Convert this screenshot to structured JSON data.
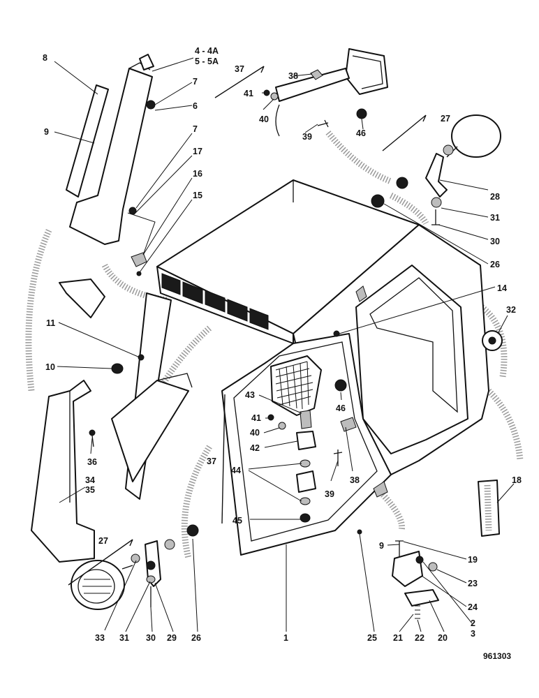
{
  "drawing_number": "961303",
  "callouts": {
    "c4_4a": "4 - 4A",
    "c5_5a": "5 - 5A",
    "c8": "8",
    "c37_top": "37",
    "c38_top": "38",
    "c41_top": "41",
    "c40_top": "40",
    "c39_top": "39",
    "c46_top": "46",
    "c27_top": "27",
    "c7_a": "7",
    "c6": "6",
    "c7_b": "7",
    "c9_left": "9",
    "c17": "17",
    "c16": "16",
    "c15": "15",
    "c28": "28",
    "c31_right": "31",
    "c30_right": "30",
    "c26_right": "26",
    "c14": "14",
    "c32": "32",
    "c11": "11",
    "c10": "10",
    "c43": "43",
    "c46_mid": "46",
    "c41_mid": "41",
    "c40_mid": "40",
    "c42": "42",
    "c37_mid": "37",
    "c44": "44",
    "c39_mid": "39",
    "c38_mid": "38",
    "c45": "45",
    "c36": "36",
    "c34": "34",
    "c35": "35",
    "c18": "18",
    "c27_bottom": "27",
    "c9_right": "9",
    "c19": "19",
    "c23": "23",
    "c24": "24",
    "c2": "2",
    "c3": "3",
    "c33": "33",
    "c31_bottom": "31",
    "c30_bottom": "30",
    "c29": "29",
    "c26_bottom": "26",
    "c1": "1",
    "c25": "25",
    "c21": "21",
    "c22": "22",
    "c20": "20"
  }
}
